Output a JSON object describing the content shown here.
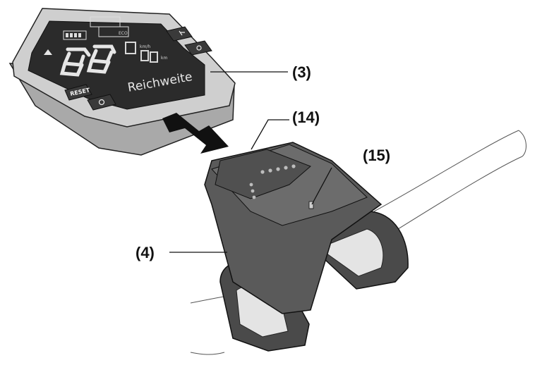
{
  "display": {
    "screen_text": "Reichweite",
    "reset_label": "RESET",
    "speed_unit": "km/h",
    "range_unit": "km",
    "assist_level": "ECO"
  },
  "callouts": {
    "display": "(3)",
    "contacts": "(14)",
    "lock_pin": "(15)",
    "holder": "(4)"
  },
  "colors": {
    "line_art": "#222222",
    "display_shell": "#c8c8c8",
    "screen": "#2a2a2a",
    "holder": "#4d4d4d",
    "clamp_insert": "#e3e3e3"
  }
}
